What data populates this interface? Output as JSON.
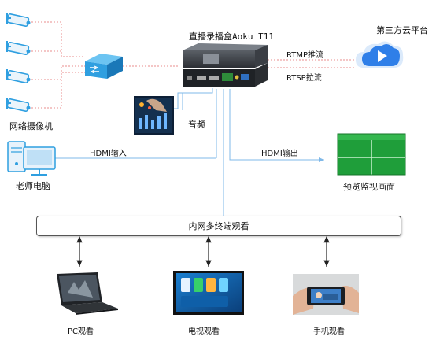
{
  "diagram": {
    "device_title": "直播录播盒Aoku T11",
    "cloud_label": "第三方云平台",
    "rtmp_label": "RTMP推流",
    "rtsp_label": "RTSP拉流",
    "cameras_label": "网络摄像机",
    "audio_label": "音频",
    "hdmi_in_label": "HDMI输入",
    "hdmi_out_label": "HDMI输出",
    "teacher_pc_label": "老师电脑",
    "preview_label": "预览监视画面",
    "intranet_bar_label": "内网多终端观看",
    "pc_view_label": "PC观看",
    "tv_view_label": "电视观看",
    "phone_view_label": "手机观看"
  },
  "colors": {
    "link_blue": "#7fb8e8",
    "rtmp_red": "#e88c8c",
    "switch_blue": "#2f9fe0",
    "cloud_blue": "#2f7fe8",
    "preview_green": "#1f9e3a"
  }
}
